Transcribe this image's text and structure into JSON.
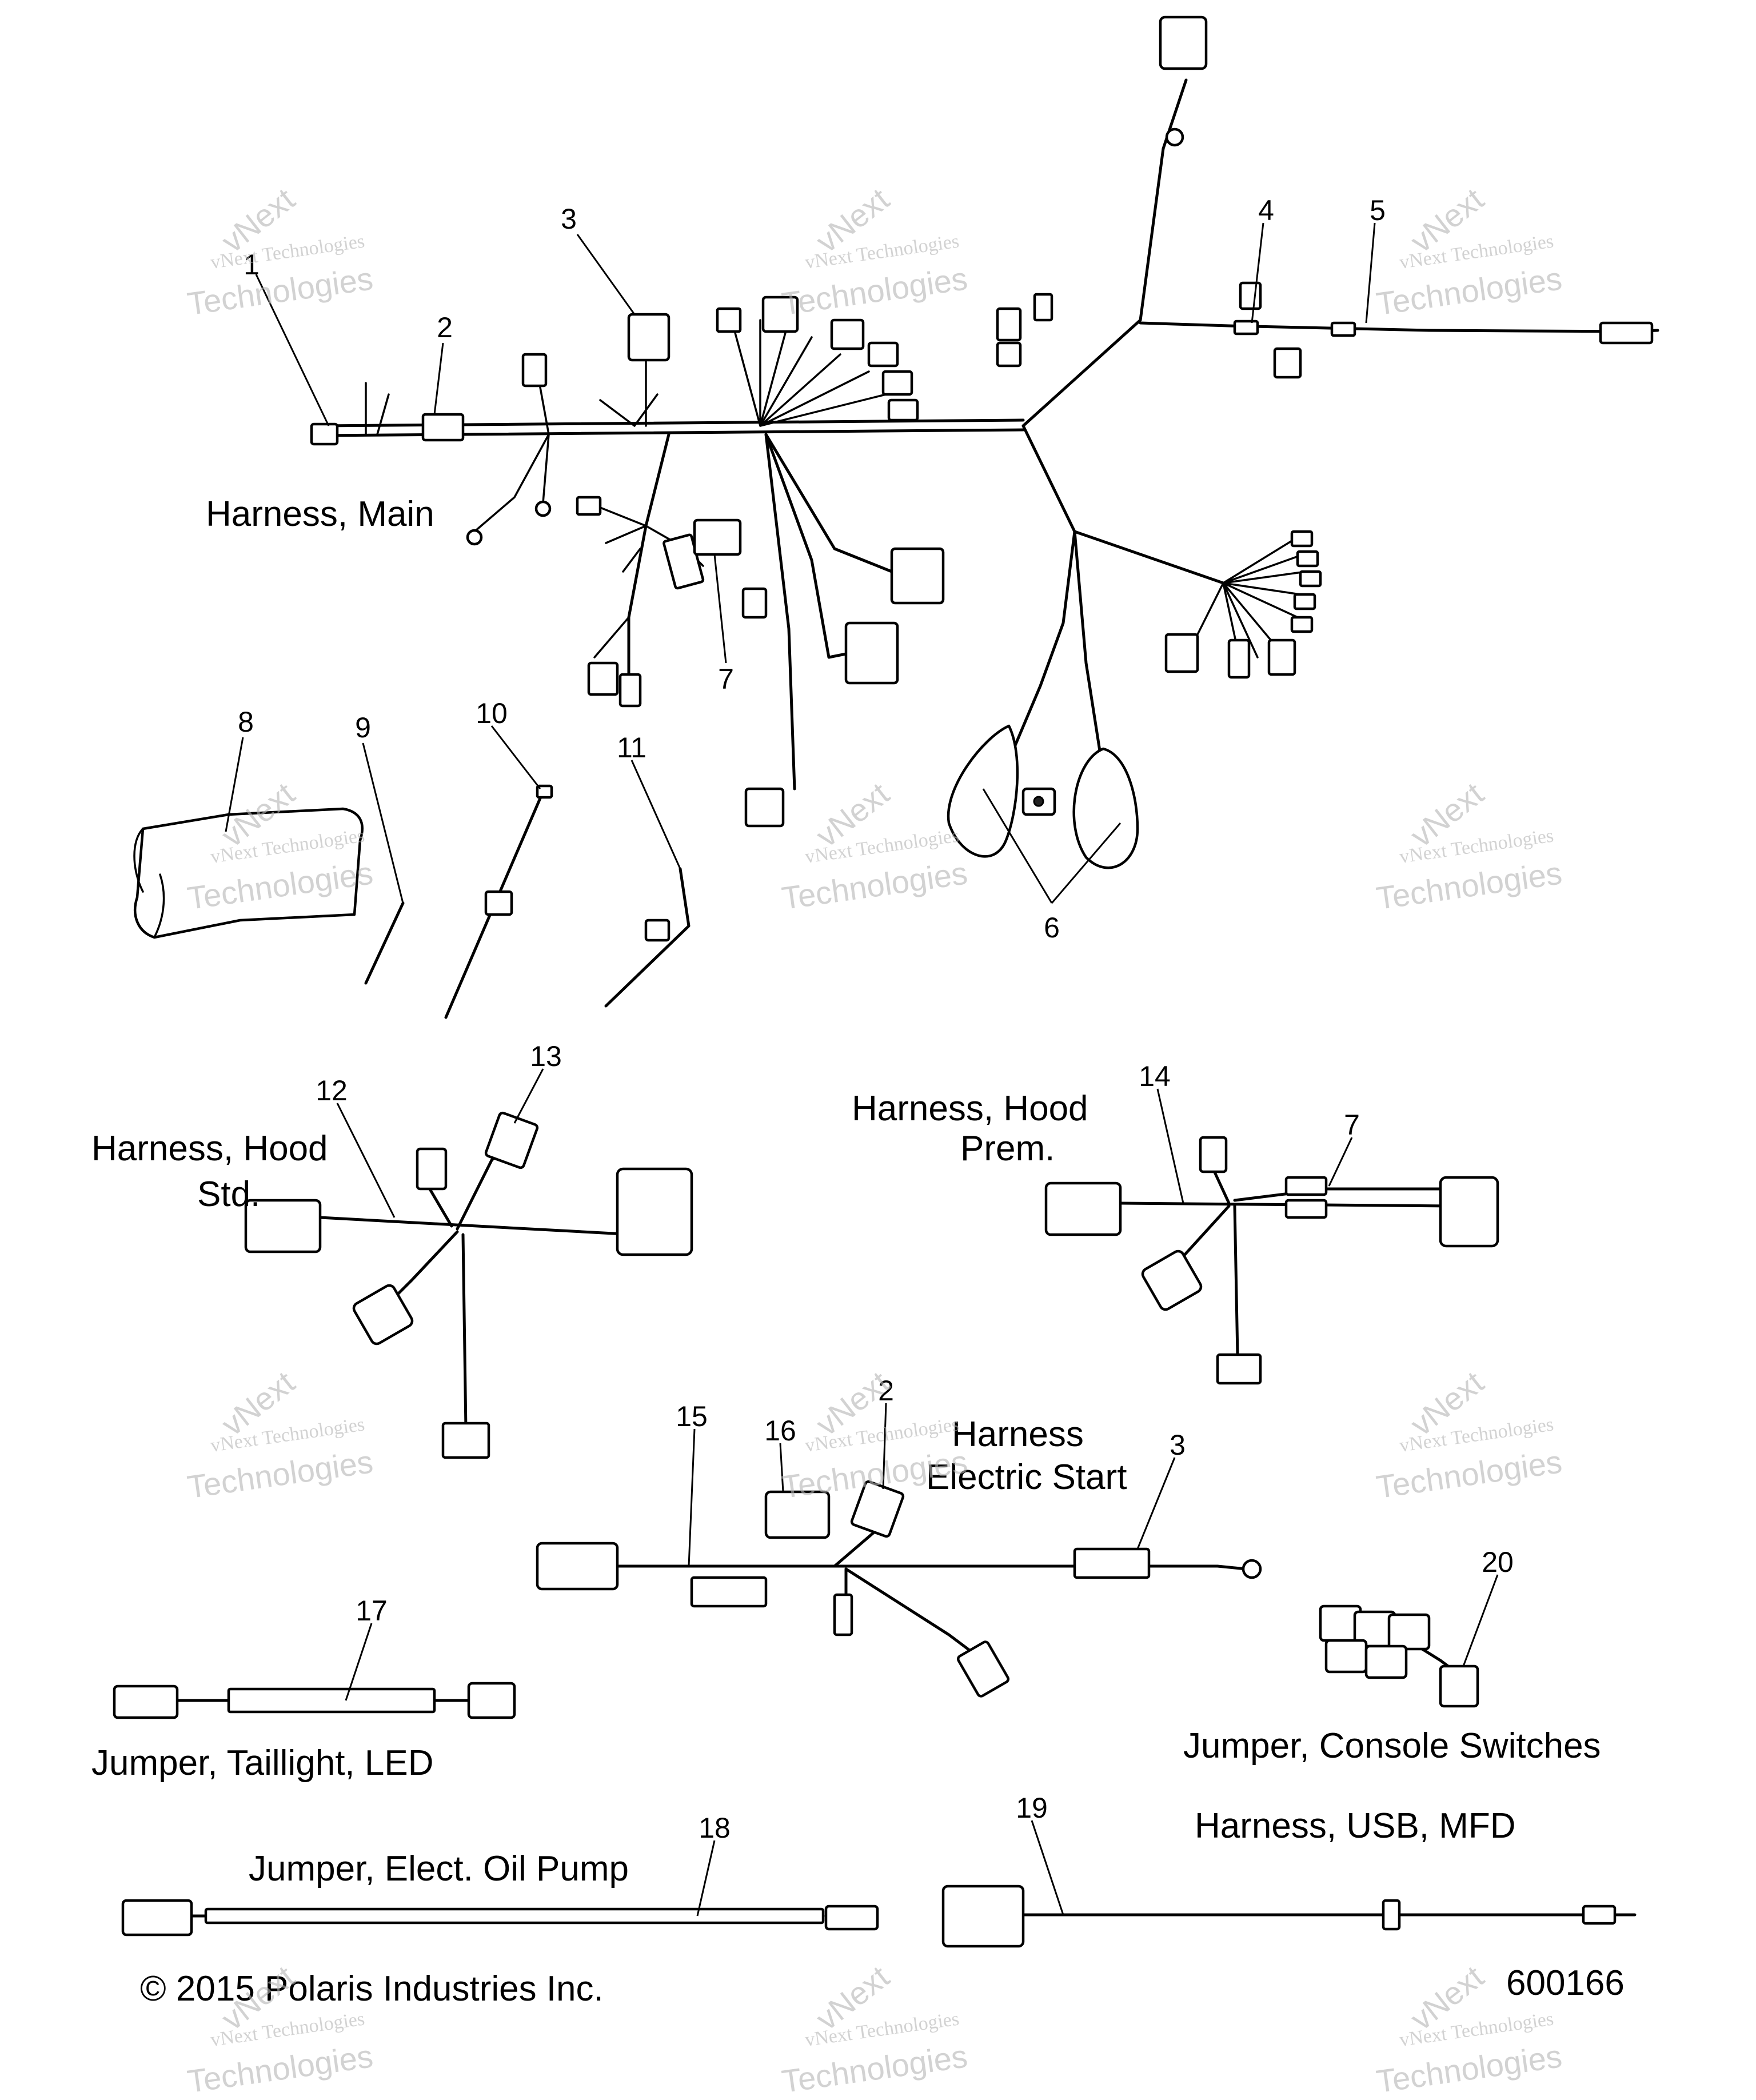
{
  "callouts": [
    "1",
    "2",
    "3",
    "4",
    "5",
    "6",
    "7",
    "8",
    "9",
    "10",
    "11",
    "12",
    "13",
    "14",
    "15",
    "16",
    "17",
    "18",
    "19",
    "20"
  ],
  "captions": {
    "harness_main": "Harness, Main",
    "harness_hood_std_line1": "Harness, Hood",
    "harness_hood_std_line2": "Std.",
    "harness_hood_prem_line1": "Harness, Hood",
    "harness_hood_prem_line2": "Prem.",
    "harness_electric_start_line1": "Harness",
    "harness_electric_start_line2": "Electric Start",
    "jumper_taillight": "Jumper, Taillight, LED",
    "jumper_oil_pump": "Jumper, Elect. Oil Pump",
    "harness_usb": "Harness, USB, MFD",
    "jumper_console": "Jumper, Console Switches"
  },
  "footer": {
    "copyright": "© 2015 Polaris Industries Inc.",
    "figure_number": "600166"
  },
  "watermark": {
    "line1": "vNext Technologies",
    "line2": "vNext",
    "line3": "Technologies"
  }
}
